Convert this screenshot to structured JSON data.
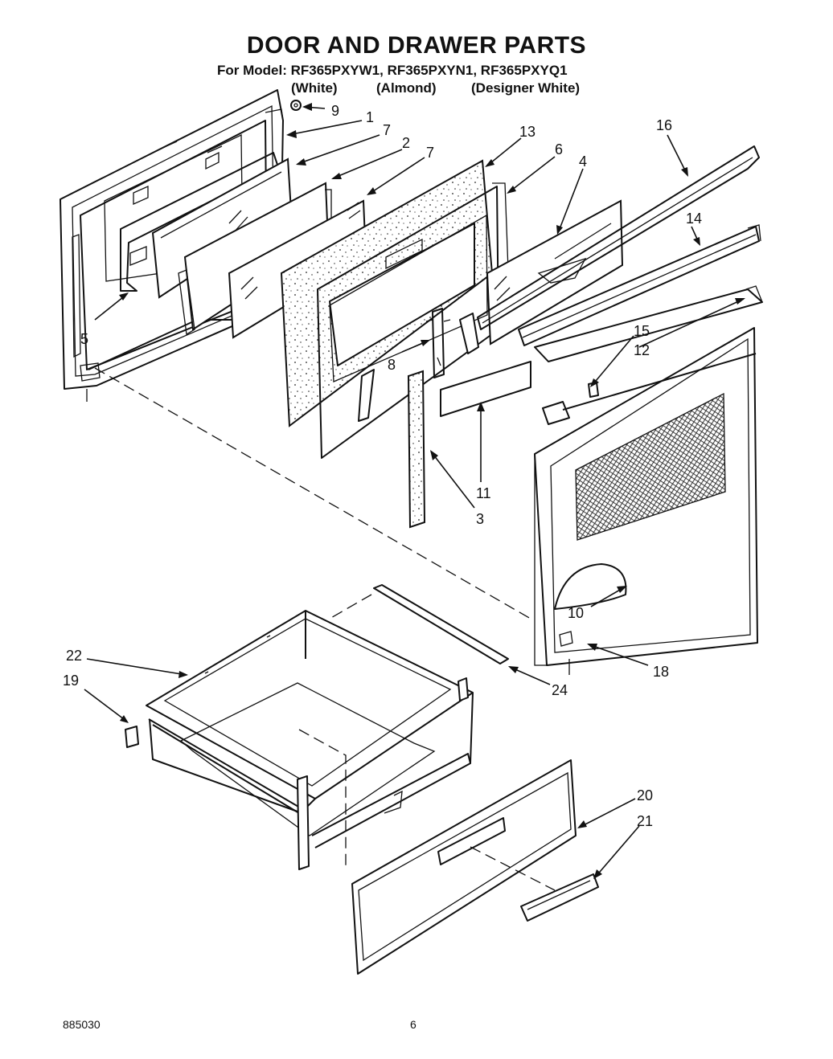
{
  "header": {
    "title": "DOOR AND DRAWER PARTS",
    "models": "For Model: RF365PXYW1, RF365PXYN1, RF365PXYQ1",
    "variants": [
      "(White)",
      "(Almond)",
      "(Designer White)"
    ]
  },
  "callouts": [
    "9",
    "1",
    "7",
    "2",
    "7",
    "13",
    "6",
    "16",
    "4",
    "14",
    "5",
    "8",
    "15",
    "12",
    "11",
    "3",
    "10",
    "22",
    "19",
    "24",
    "18",
    "20",
    "21"
  ],
  "footer": {
    "doc_number": "885030",
    "page_number": "6"
  }
}
